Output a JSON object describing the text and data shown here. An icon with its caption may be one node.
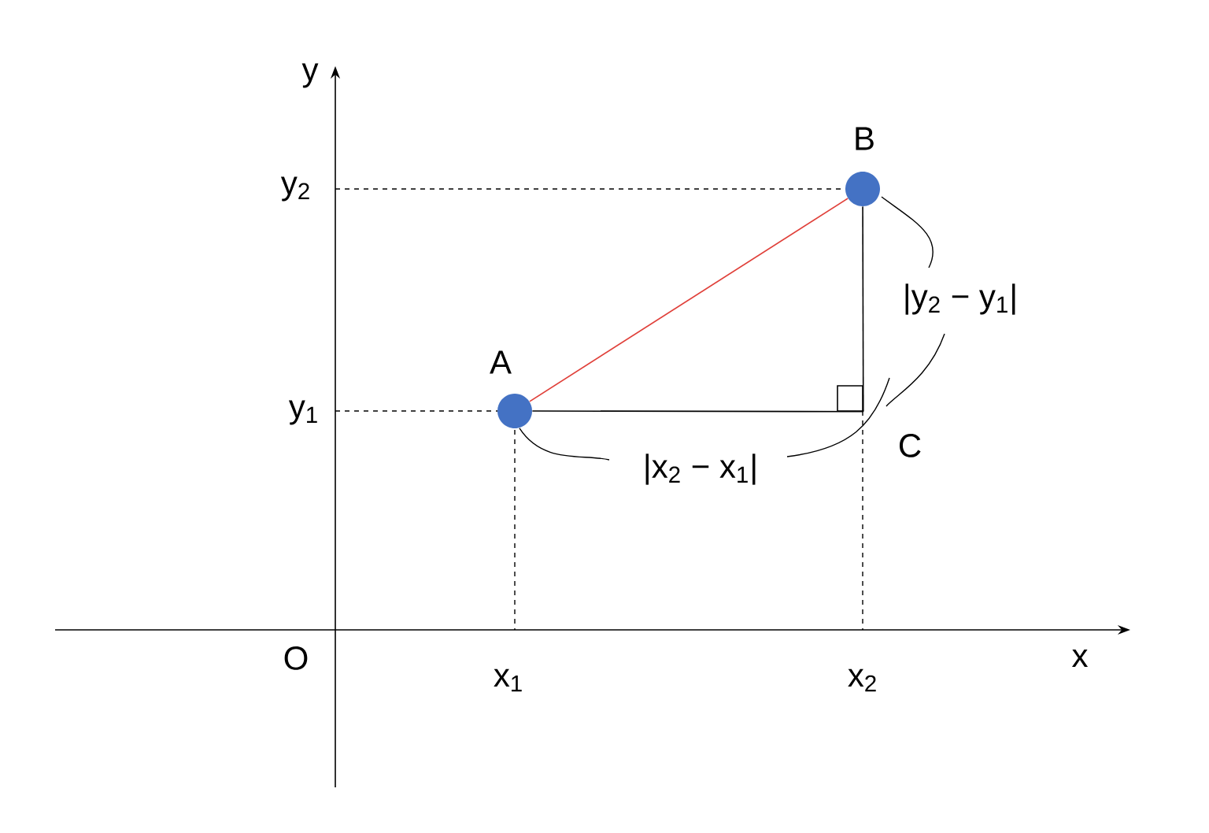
{
  "diagram": {
    "nodes": [
      {
        "text": [],
        "shape": "circle",
        "beside": [
          "A"
        ]
      },
      {
        "text": [],
        "shape": "circle",
        "beside": [
          "B"
        ]
      },
      {
        "text": [],
        "shape": "square",
        "beside": [
          "C"
        ]
      }
    ],
    "edges": [
      {
        "from": 0,
        "to": 1,
        "arrow": "none",
        "color": "#e0403a"
      },
      {
        "from": 0,
        "to": 2,
        "arrow": "none"
      },
      {
        "from": 2,
        "to": 1,
        "arrow": "none"
      }
    ],
    "labels": [
      "y",
      "y$_{2}$",
      "|y$_{2}$ − y$_{1}$|",
      "y$_{1}$",
      "|x$_{2}$ − x$_{1}$|",
      "O",
      "x$_{1}$",
      "x$_{2}$",
      "x"
    ]
  }
}
